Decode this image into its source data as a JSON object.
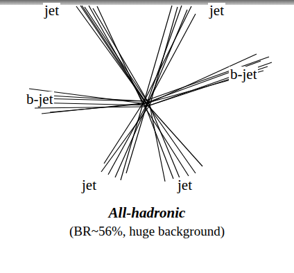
{
  "diagram": {
    "caption": "All-hadronic",
    "labels": [
      "jet",
      "jet",
      "b-jet",
      "b-jet",
      "jet",
      "jet",
      "(BR~56%, huge background)"
    ]
  }
}
